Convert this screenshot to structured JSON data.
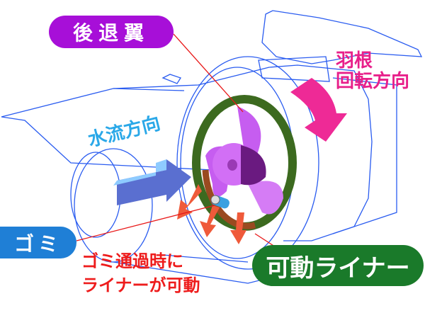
{
  "labels": {
    "swept_blade": "後退翼",
    "rotation_line1": "羽根",
    "rotation_line2": "回転方向",
    "water_flow": "水流方向",
    "debris": "ゴミ",
    "movable_liner": "可動ライナー",
    "note_line1": "ゴミ通過時に",
    "note_line2": "ライナーが可動"
  },
  "colors": {
    "swept_blade": "#a70fd8",
    "rotation": "#e8208a",
    "water_flow": "#2aa8e8",
    "debris": "#1f7fd6",
    "movable_liner": "#1a7a2a",
    "note": "#ee1c1c",
    "outline": "#2a5cf0"
  }
}
